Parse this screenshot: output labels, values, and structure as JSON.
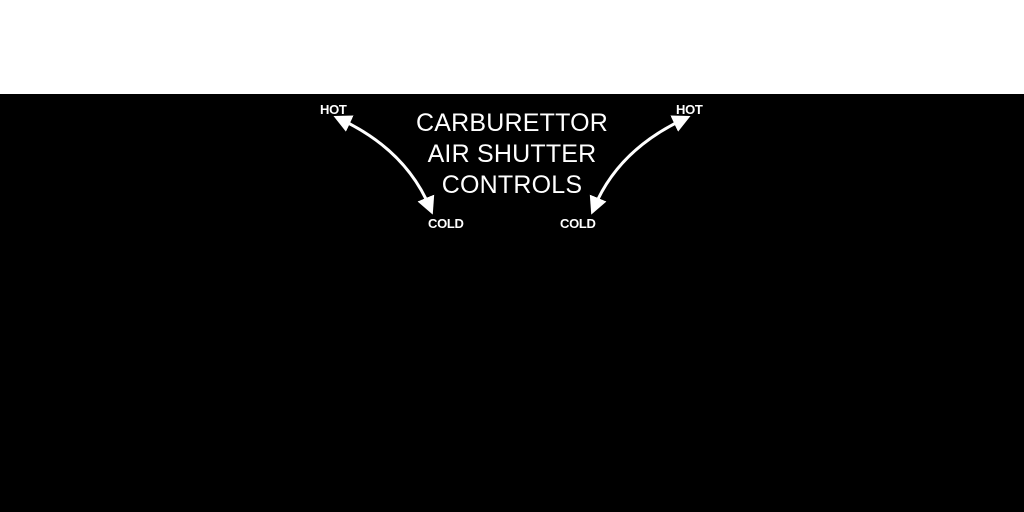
{
  "title": {
    "lines": [
      "CARBURETTOR",
      "AIR SHUTTER",
      "CONTROLS"
    ]
  },
  "left_control": {
    "hot_label": "HOT",
    "cold_label": "COLD"
  },
  "right_control": {
    "hot_label": "HOT",
    "cold_label": "COLD"
  },
  "colors": {
    "panel": "#000000",
    "background": "#ffffff",
    "text": "#ffffff"
  }
}
